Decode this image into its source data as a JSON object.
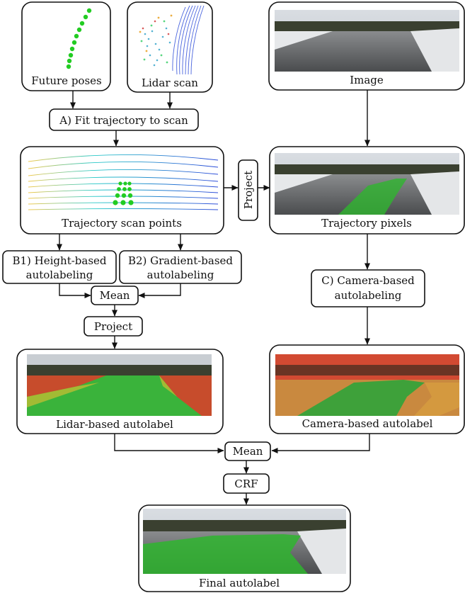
{
  "nodes": {
    "future_poses": "Future poses",
    "lidar_scan": "Lidar scan",
    "image": "Image",
    "fit_trajectory": "A) Fit trajectory to scan",
    "trajectory_scan_points": "Trajectory scan points",
    "project_vertical": "Project",
    "trajectory_pixels": "Trajectory pixels",
    "height_based_line1": "B1) Height-based",
    "height_based_line2": "autolabeling",
    "gradient_based_line1": "B2) Gradient-based",
    "gradient_based_line2": "autolabeling",
    "mean_lidar": "Mean",
    "project_lidar": "Project",
    "camera_based_line1": "C) Camera-based",
    "camera_based_line2": "autolabeling",
    "lidar_autolabel": "Lidar-based autolabel",
    "camera_autolabel": "Camera-based autolabel",
    "mean_final": "Mean",
    "crf": "CRF",
    "final_autolabel": "Final autolabel"
  },
  "colors": {
    "trajectory_green": "#22cc22",
    "label_red": "#e03a2a",
    "label_green": "#2fb52f",
    "lidar_blue": "#2050d0"
  }
}
